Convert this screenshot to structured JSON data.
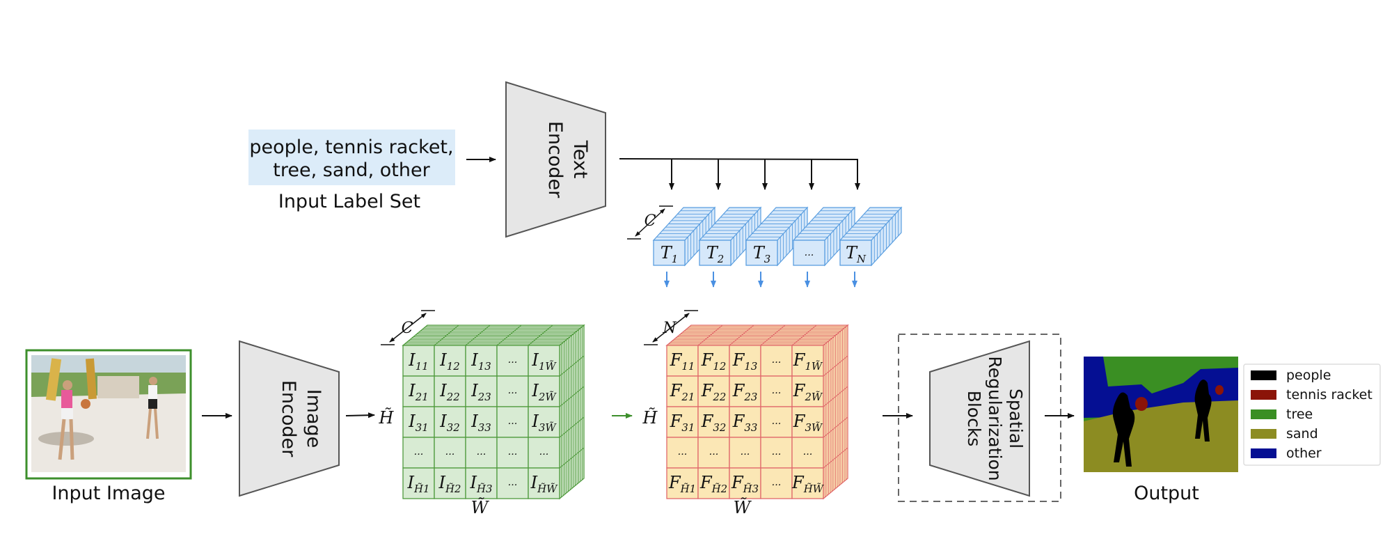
{
  "text_input": {
    "label_line1": "people, tennis racket,",
    "label_line2": "tree, sand, other",
    "caption": "Input Label Set",
    "bg_color": "#dcecf9"
  },
  "encoders": {
    "text_line1": "Text",
    "text_line2": "Encoder",
    "image_line1": "Image",
    "image_line2": "Encoder",
    "spatial_line1": "Spatial",
    "spatial_line2": "Regularization",
    "spatial_line3": "Blocks"
  },
  "text_embeddings": {
    "dim_label": "C",
    "tokens": [
      {
        "base": "T",
        "sub": "1"
      },
      {
        "base": "T",
        "sub": "2"
      },
      {
        "base": "T",
        "sub": "3"
      },
      {
        "base": "···",
        "sub": ""
      },
      {
        "base": "T",
        "sub": "N"
      }
    ],
    "face_color": "#d6e8fa",
    "edge_color": "#5a9ee0"
  },
  "image_features": {
    "depth_label": "C",
    "height_label": "H̃",
    "width_label": "W̃",
    "face_color": "#d8ebd3",
    "edge_color": "#4f9a3c",
    "rows": [
      [
        "I11",
        "I12",
        "I13",
        "···",
        "I1W̃"
      ],
      [
        "I21",
        "I22",
        "I23",
        "···",
        "I2W̃"
      ],
      [
        "I31",
        "I32",
        "I33",
        "···",
        "I3W̃"
      ],
      [
        "···",
        "···",
        "···",
        "···",
        "···"
      ],
      [
        "IH̃1",
        "IH̃2",
        "IH̃3",
        "···",
        "IH̃W̃"
      ]
    ]
  },
  "fused_features": {
    "depth_label": "N",
    "height_label": "H̃",
    "width_label": "W̃",
    "face_color": "#fbe7b5",
    "edge_color": "#e0686a",
    "rows": [
      [
        "F11",
        "F12",
        "F13",
        "···",
        "F1W̃"
      ],
      [
        "F21",
        "F22",
        "F23",
        "···",
        "F2W̃"
      ],
      [
        "F31",
        "F32",
        "F33",
        "···",
        "F3W̃"
      ],
      [
        "···",
        "···",
        "···",
        "···",
        "···"
      ],
      [
        "FH̃1",
        "FH̃2",
        "FH̃3",
        "···",
        "FH̃W̃"
      ]
    ]
  },
  "input_image": {
    "caption": "Input Image",
    "border_color": "#3d8f2c"
  },
  "output": {
    "caption": "Output",
    "legend": [
      {
        "label": "people",
        "color": "#000000"
      },
      {
        "label": "tennis racket",
        "color": "#8b1408"
      },
      {
        "label": "tree",
        "color": "#3a8f23"
      },
      {
        "label": "sand",
        "color": "#8c8c22"
      },
      {
        "label": "other",
        "color": "#050f93"
      }
    ]
  }
}
